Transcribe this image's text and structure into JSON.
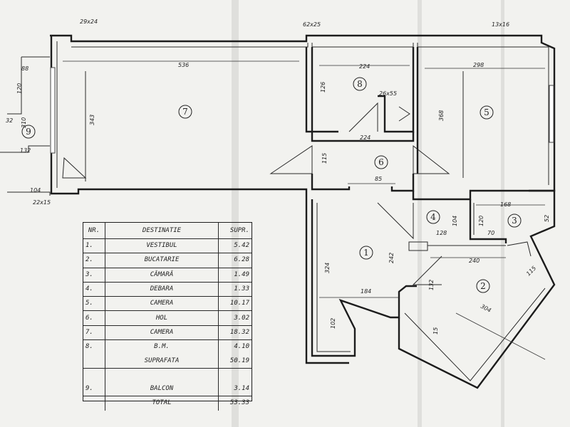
{
  "rooms": [
    {
      "num": "1"
    },
    {
      "num": "2"
    },
    {
      "num": "3"
    },
    {
      "num": "4"
    },
    {
      "num": "5"
    },
    {
      "num": "6"
    },
    {
      "num": "7"
    },
    {
      "num": "8"
    },
    {
      "num": "9"
    }
  ],
  "dims": {
    "d_29x24": "29x24",
    "d_62x25": "62x25",
    "d_13x16": "13x16",
    "d_88": "88",
    "d_536": "536",
    "d_224a": "224",
    "d_298": "298",
    "d_120": "120",
    "d_310": "310",
    "d_32": "32",
    "d_132": "132",
    "d_343": "343",
    "d_126": "126",
    "d_26x55": "26x55",
    "d_368": "368",
    "d_224b": "224",
    "d_115": "115",
    "d_104a": "104",
    "d_22x15": "22x15",
    "d_85": "85",
    "d_168": "168",
    "d_52": "52",
    "d_120b": "120",
    "d_128": "128",
    "d_104b": "104",
    "d_70": "70",
    "d_242": "242",
    "d_324": "324",
    "d_240": "240",
    "d_184": "184",
    "d_132b": "132",
    "d_115b": "115",
    "d_304": "304",
    "d_102": "102",
    "d_15": "15"
  },
  "table": {
    "header": {
      "nr": "NR.",
      "dest": "DESTINATIE",
      "supr": "SUPR."
    },
    "rows": [
      {
        "nr": "1.",
        "dest": "VESTIBUL",
        "supr": "5.42"
      },
      {
        "nr": "2.",
        "dest": "BUCATARIE",
        "supr": "6.28"
      },
      {
        "nr": "3.",
        "dest": "CĂMARĂ",
        "supr": "1.49"
      },
      {
        "nr": "4.",
        "dest": "DEBARA",
        "supr": "1.33"
      },
      {
        "nr": "5.",
        "dest": "CAMERA",
        "supr": "10.17"
      },
      {
        "nr": "6.",
        "dest": "HOL",
        "supr": "3.02"
      },
      {
        "nr": "7.",
        "dest": "CAMERA",
        "supr": "18.32"
      },
      {
        "nr": "8.",
        "dest": "B.M.",
        "supr": "4.10"
      }
    ],
    "subtotal": {
      "label": "SUPRAFATA",
      "value": "50.19"
    },
    "balcony": {
      "nr": "9.",
      "dest": "BALCON",
      "supr": "3.14"
    },
    "total": {
      "label": "TOTAL",
      "value": "53.33"
    }
  }
}
